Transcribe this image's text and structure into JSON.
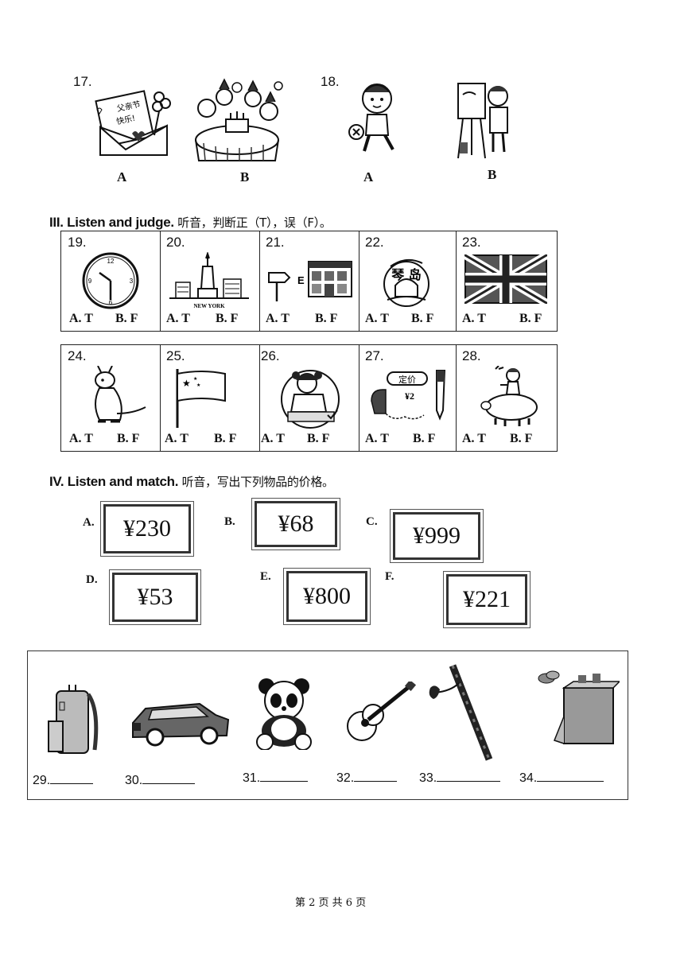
{
  "top_questions": [
    {
      "number": "17.",
      "options": [
        "A",
        "B"
      ],
      "card_text": "父亲节快乐!"
    },
    {
      "number": "18.",
      "options": [
        "A",
        "B"
      ]
    }
  ],
  "section3": {
    "title": "III. Listen and judge.",
    "title_cn": "听音，判断正（T），误（F）。",
    "row1": [
      {
        "number": "19.",
        "a": "A. T",
        "b": "B. F",
        "picture": "clock-icon"
      },
      {
        "number": "20.",
        "a": "A. T",
        "b": "B. F",
        "picture": "statue-of-liberty-icon",
        "caption": "NEW YORK"
      },
      {
        "number": "21.",
        "a": "A. T",
        "b": "B. F",
        "picture": "signpost-building-icon",
        "sign_letter": "E"
      },
      {
        "number": "22.",
        "a": "A. T",
        "b": "B. F",
        "picture": "city-emblem-icon",
        "emblem_text": "琴 岛"
      },
      {
        "number": "23.",
        "a": "A. T",
        "b": "B. F",
        "picture": "uk-flag-icon"
      }
    ],
    "row2": [
      {
        "number": "24.",
        "a": "A. T",
        "b": "B. F",
        "picture": "kangaroo-icon"
      },
      {
        "number": "25.",
        "a": "A. T",
        "b": "B. F",
        "picture": "china-flag-icon"
      },
      {
        "number": "26.",
        "a": "A. T",
        "b": "B. F",
        "picture": "girl-drawing-icon"
      },
      {
        "number": "27.",
        "a": "A. T",
        "b": "B. F",
        "picture": "thumbs-pen-icon",
        "tag_text": "定价",
        "price": "¥2"
      },
      {
        "number": "28.",
        "a": "A. T",
        "b": "B. F",
        "picture": "boy-on-pig-icon"
      }
    ]
  },
  "section4": {
    "title": "IV. Listen and match.",
    "title_cn": "听音，写出下列物品的价格。",
    "prices": [
      {
        "label": "A.",
        "value": "¥230"
      },
      {
        "label": "B.",
        "value": "¥68"
      },
      {
        "label": "C.",
        "value": "¥999"
      },
      {
        "label": "D.",
        "value": "¥53"
      },
      {
        "label": "E.",
        "value": "¥800"
      },
      {
        "label": "F.",
        "value": "¥221"
      }
    ],
    "items": [
      {
        "number": "29.",
        "picture": "backpack-icon"
      },
      {
        "number": "30.",
        "picture": "car-icon"
      },
      {
        "number": "31.",
        "picture": "panda-icon"
      },
      {
        "number": "32.",
        "picture": "guitar-icon"
      },
      {
        "number": "33.",
        "picture": "flute-icon"
      },
      {
        "number": "34.",
        "picture": "tea-table-icon"
      }
    ]
  },
  "footer": "第 2 页 共 6 页"
}
